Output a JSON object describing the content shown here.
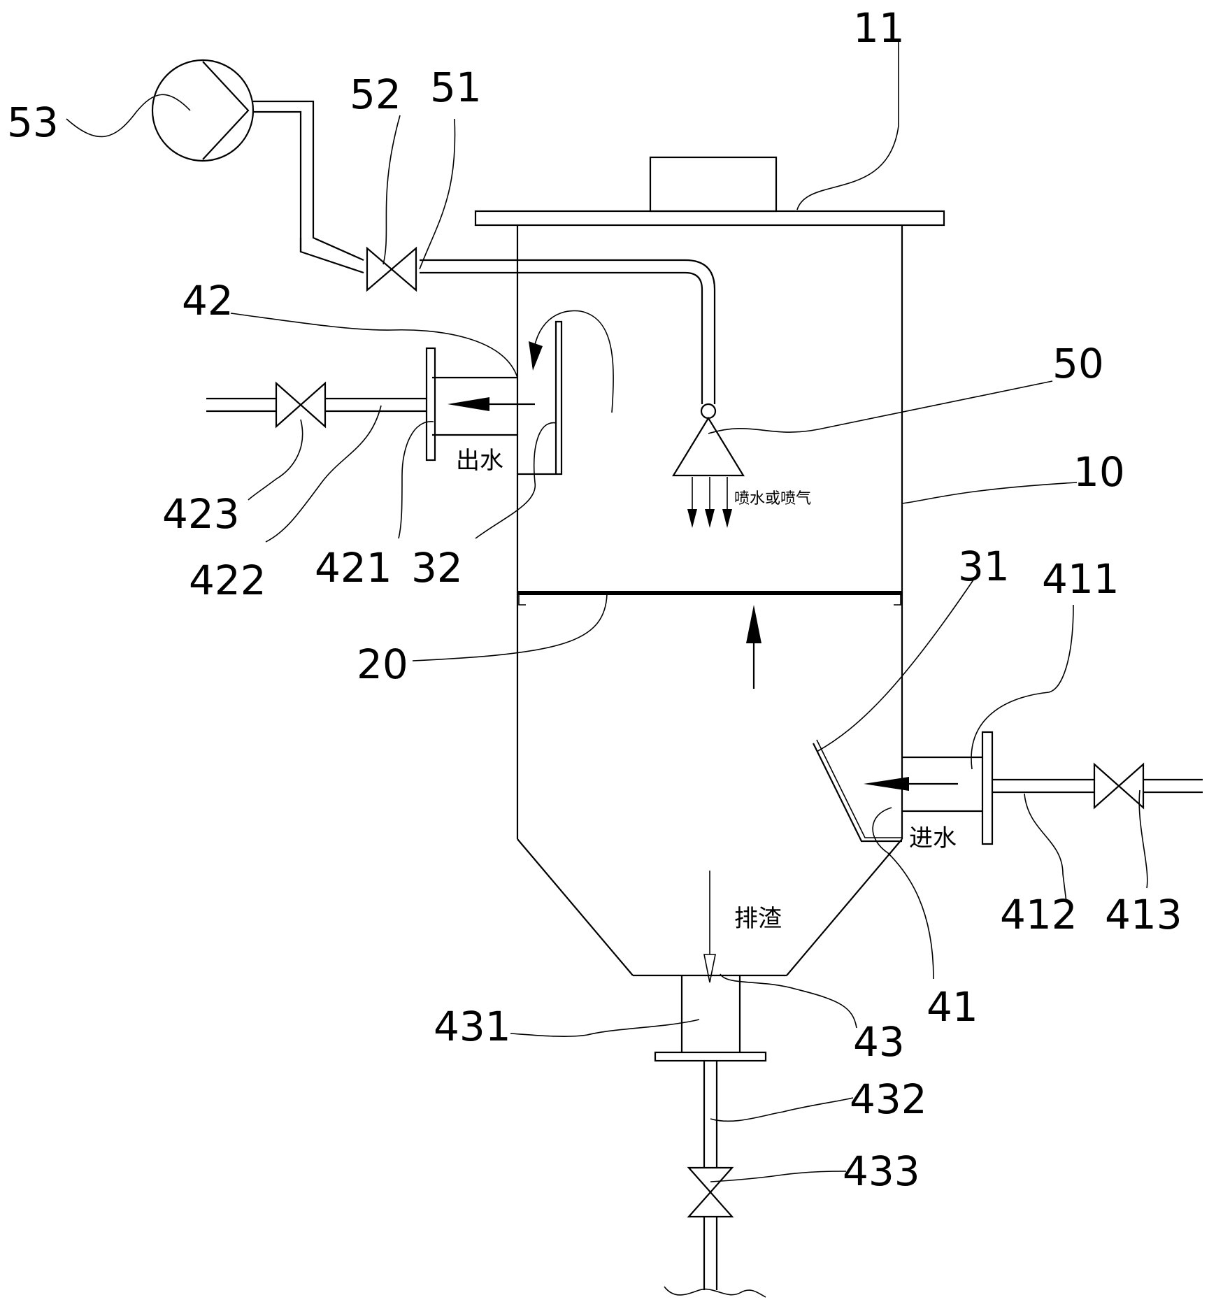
{
  "labels": {
    "l11": "11",
    "l10": "10",
    "l20": "20",
    "l31": "31",
    "l32": "32",
    "l41": "41",
    "l411": "411",
    "l412": "412",
    "l413": "413",
    "l42": "42",
    "l421": "421",
    "l422": "422",
    "l423": "423",
    "l43": "43",
    "l431": "431",
    "l432": "432",
    "l433": "433",
    "l50": "50",
    "l51": "51",
    "l52": "52",
    "l53": "53"
  },
  "annotations": {
    "outlet": "出水",
    "inlet": "进水",
    "slag": "排渣",
    "spray": "喷水或喷气"
  }
}
